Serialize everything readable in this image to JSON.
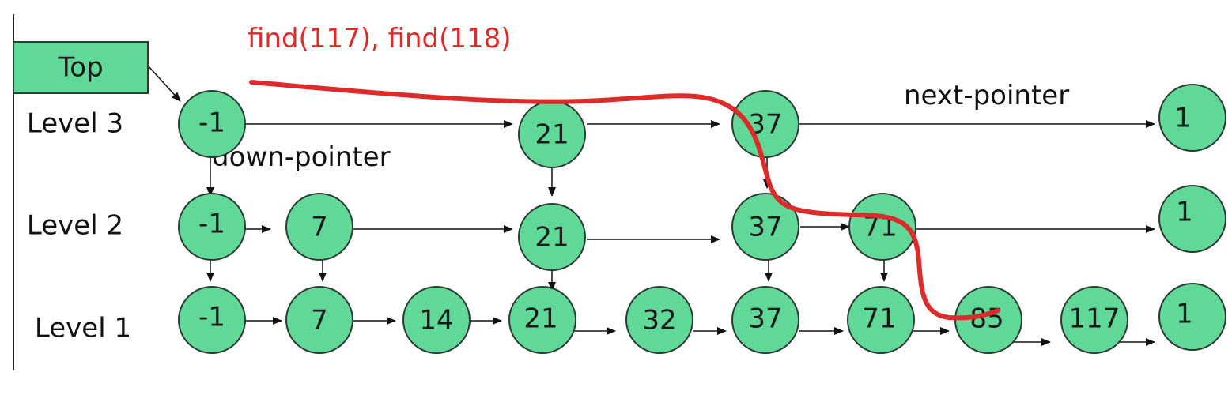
{
  "title": "find(117), find(118)",
  "top_label": "Top",
  "labels": {
    "next_pointer": "next-pointer",
    "down_pointer": "down-pointer"
  },
  "levels": [
    {
      "label": "Level 3",
      "nodes": [
        "-1",
        "21",
        "37",
        "1"
      ]
    },
    {
      "label": "Level 2",
      "nodes": [
        "-1",
        "7",
        "21",
        "37",
        "71",
        "1"
      ]
    },
    {
      "label": "Level 1",
      "nodes": [
        "-1",
        "7",
        "14",
        "21",
        "32",
        "37",
        "71",
        "85",
        "117",
        "1"
      ]
    }
  ],
  "colors": {
    "node_fill": "#5fd898",
    "node_stroke": "#2b3a33",
    "search_path": "#dd2a2a",
    "arrow": "#111111",
    "title": "#dd2a2a"
  }
}
